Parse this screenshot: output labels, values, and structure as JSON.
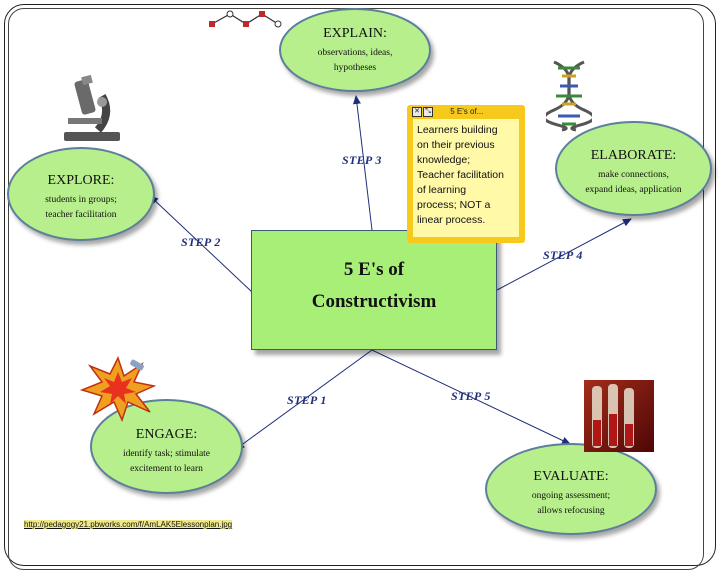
{
  "center": {
    "line1": "5 E's of",
    "line2": "Constructivism"
  },
  "nodes": {
    "explain": {
      "title": "EXPLAIN:",
      "desc": [
        "observations, ideas,",
        "hypotheses"
      ]
    },
    "explore": {
      "title": "EXPLORE:",
      "desc": [
        "students in groups;",
        "teacher facilitation"
      ]
    },
    "elaborate": {
      "title": "ELABORATE:",
      "desc": [
        "make connections,",
        "expand ideas, application"
      ]
    },
    "engage": {
      "title": "ENGAGE:",
      "desc": [
        "identify task; stimulate",
        "excitement to learn"
      ]
    },
    "evaluate": {
      "title": "EVALUATE:",
      "desc": [
        "ongoing assessment;",
        "allows refocusing"
      ]
    }
  },
  "steps": {
    "step1": "STEP 1",
    "step2": "STEP 2",
    "step3": "STEP 3",
    "step4": "STEP 4",
    "step5": "STEP 5"
  },
  "note": {
    "header": "5 E's of...",
    "close_symbol": "✕",
    "resize_symbol": "⤡",
    "lines": [
      "Learners building",
      "on their previous",
      "knowledge;",
      "Teacher facilitation",
      "of learning",
      "process;  NOT a",
      "linear process."
    ]
  },
  "source_url": "http://pedagogy21.pbworks.com/f/AmLAK5Elessonplan.jpg",
  "colors": {
    "node_fill": "#b7ef8c",
    "center_fill": "#a8ef78",
    "arrow": "#1f2f7a",
    "note": "#f7c91c"
  },
  "icons": [
    "microscope-icon",
    "dna-icon",
    "explosion-icon",
    "test-tubes-icon",
    "molecule-chain-icon"
  ]
}
